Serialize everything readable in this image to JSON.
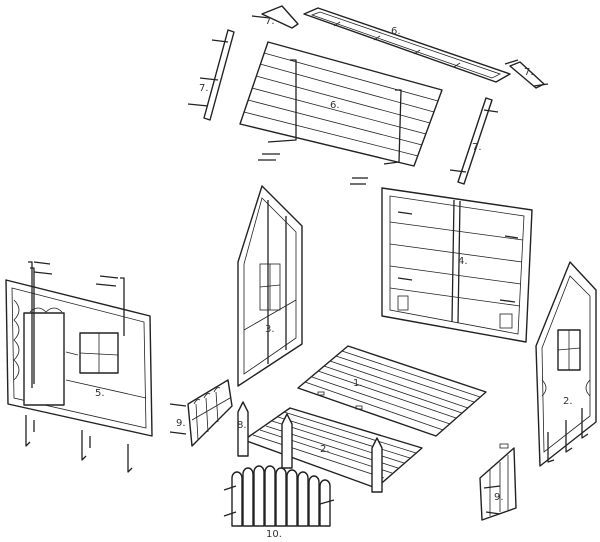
{
  "diagram": {
    "parts": [
      {
        "id": "roof-frame",
        "label": "6."
      },
      {
        "id": "roof-panel",
        "label": "6."
      },
      {
        "id": "roof-bracket-top-left",
        "label": "7."
      },
      {
        "id": "roof-strip-left",
        "label": "7."
      },
      {
        "id": "roof-bracket-right",
        "label": "7."
      },
      {
        "id": "roof-strip-right",
        "label": "7."
      },
      {
        "id": "back-wall",
        "label": "4."
      },
      {
        "id": "gable-wall-left",
        "label": "3."
      },
      {
        "id": "front-wall",
        "label": "5."
      },
      {
        "id": "floor-back",
        "label": "1."
      },
      {
        "id": "floor-front",
        "label": "2."
      },
      {
        "id": "gable-wall-right",
        "label": "2."
      },
      {
        "id": "fence-side-left",
        "label": "9."
      },
      {
        "id": "corner-post",
        "label": "8."
      },
      {
        "id": "gate-right",
        "label": "9."
      },
      {
        "id": "fence-front",
        "label": "10."
      }
    ],
    "line_color": "#222222",
    "background": "#ffffff"
  }
}
